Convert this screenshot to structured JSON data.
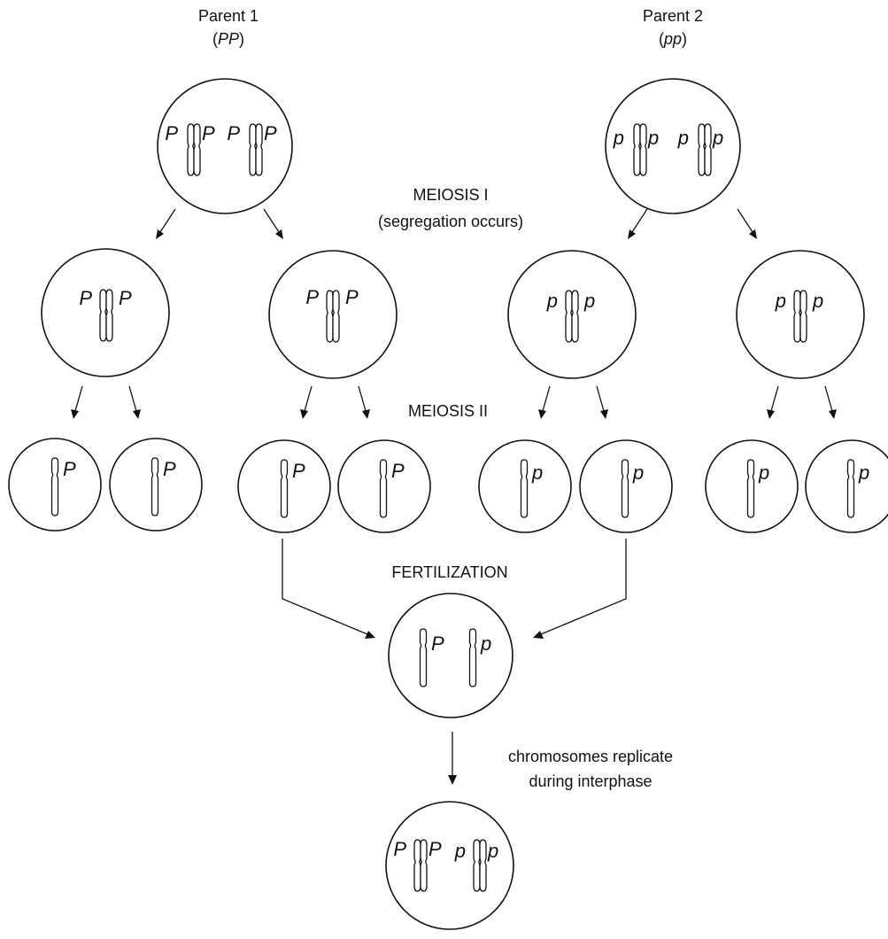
{
  "parents": [
    {
      "title": "Parent 1",
      "genotype": "PP"
    },
    {
      "title": "Parent 2",
      "genotype": "pp"
    }
  ],
  "stages": {
    "meiosis1": "MEIOSIS I",
    "meiosis1_note": "(segregation occurs)",
    "meiosis2": "MEIOSIS II",
    "fertilization": "FERTILIZATION",
    "replication_line1": "chromosomes replicate",
    "replication_line2": "during interphase"
  },
  "alleles": {
    "dominant": "P",
    "recessive": "p"
  }
}
